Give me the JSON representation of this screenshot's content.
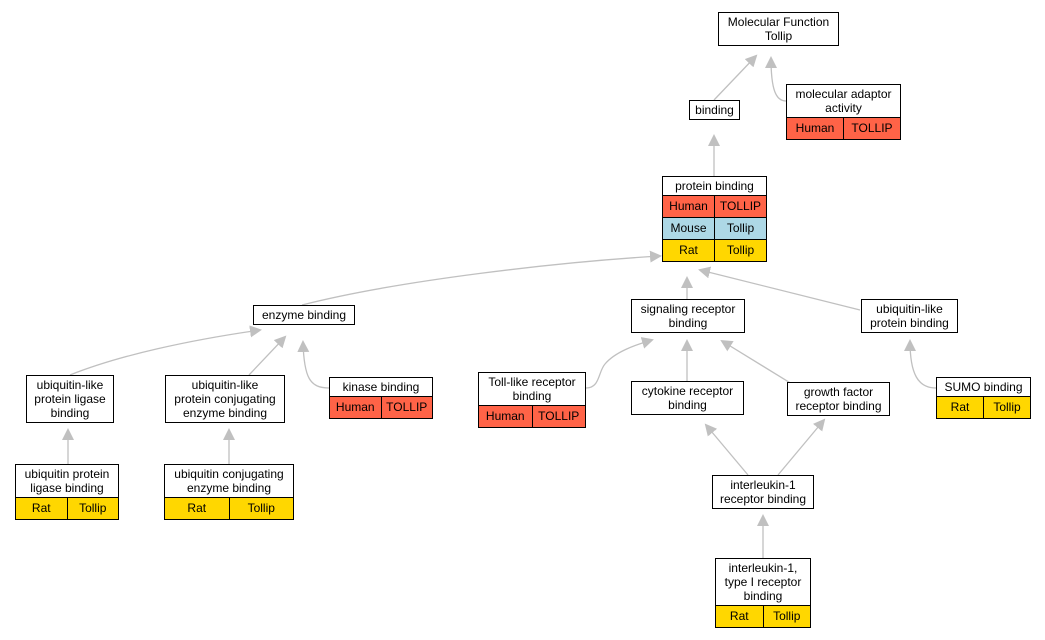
{
  "colors": {
    "human": "#ff6347",
    "mouse": "#add8e6",
    "rat": "#ffd700",
    "edge": "#c0c0c0"
  },
  "nodes": {
    "molecular_function": {
      "title": "Molecular Function\nTollip",
      "rows": []
    },
    "binding": {
      "title": "binding",
      "rows": []
    },
    "molecular_adaptor_activity": {
      "title": "molecular adaptor\nactivity",
      "rows": [
        {
          "species": "Human",
          "gene": "TOLLIP"
        }
      ]
    },
    "protein_binding": {
      "title": "protein binding",
      "rows": [
        {
          "species": "Human",
          "gene": "TOLLIP"
        },
        {
          "species": "Mouse",
          "gene": "Tollip"
        },
        {
          "species": "Rat",
          "gene": "Tollip"
        }
      ]
    },
    "enzyme_binding": {
      "title": "enzyme binding",
      "rows": []
    },
    "signaling_receptor_binding": {
      "title": "signaling receptor\nbinding",
      "rows": []
    },
    "ubiquitin_like_protein_binding": {
      "title": "ubiquitin-like\nprotein binding",
      "rows": []
    },
    "ubiquitin_like_protein_ligase_binding": {
      "title": "ubiquitin-like\nprotein ligase\nbinding",
      "rows": []
    },
    "ubiquitin_like_protein_conjugating_enzyme_binding": {
      "title": "ubiquitin-like\nprotein conjugating\nenzyme binding",
      "rows": []
    },
    "kinase_binding": {
      "title": "kinase binding",
      "rows": [
        {
          "species": "Human",
          "gene": "TOLLIP"
        }
      ]
    },
    "toll_like_receptor_binding": {
      "title": "Toll-like receptor\nbinding",
      "rows": [
        {
          "species": "Human",
          "gene": "TOLLIP"
        }
      ]
    },
    "cytokine_receptor_binding": {
      "title": "cytokine receptor\nbinding",
      "rows": []
    },
    "growth_factor_receptor_binding": {
      "title": "growth factor\nreceptor binding",
      "rows": []
    },
    "sumo_binding": {
      "title": "SUMO binding",
      "rows": [
        {
          "species": "Rat",
          "gene": "Tollip"
        }
      ]
    },
    "ubiquitin_protein_ligase_binding": {
      "title": "ubiquitin protein\nligase binding",
      "rows": [
        {
          "species": "Rat",
          "gene": "Tollip"
        }
      ]
    },
    "ubiquitin_conjugating_enzyme_binding": {
      "title": "ubiquitin conjugating\nenzyme binding",
      "rows": [
        {
          "species": "Rat",
          "gene": "Tollip"
        }
      ]
    },
    "interleukin_1_receptor_binding": {
      "title": "interleukin-1\nreceptor binding",
      "rows": []
    },
    "interleukin_1_type_i_receptor_binding": {
      "title": "interleukin-1,\ntype I receptor\nbinding",
      "rows": [
        {
          "species": "Rat",
          "gene": "Tollip"
        }
      ]
    }
  }
}
